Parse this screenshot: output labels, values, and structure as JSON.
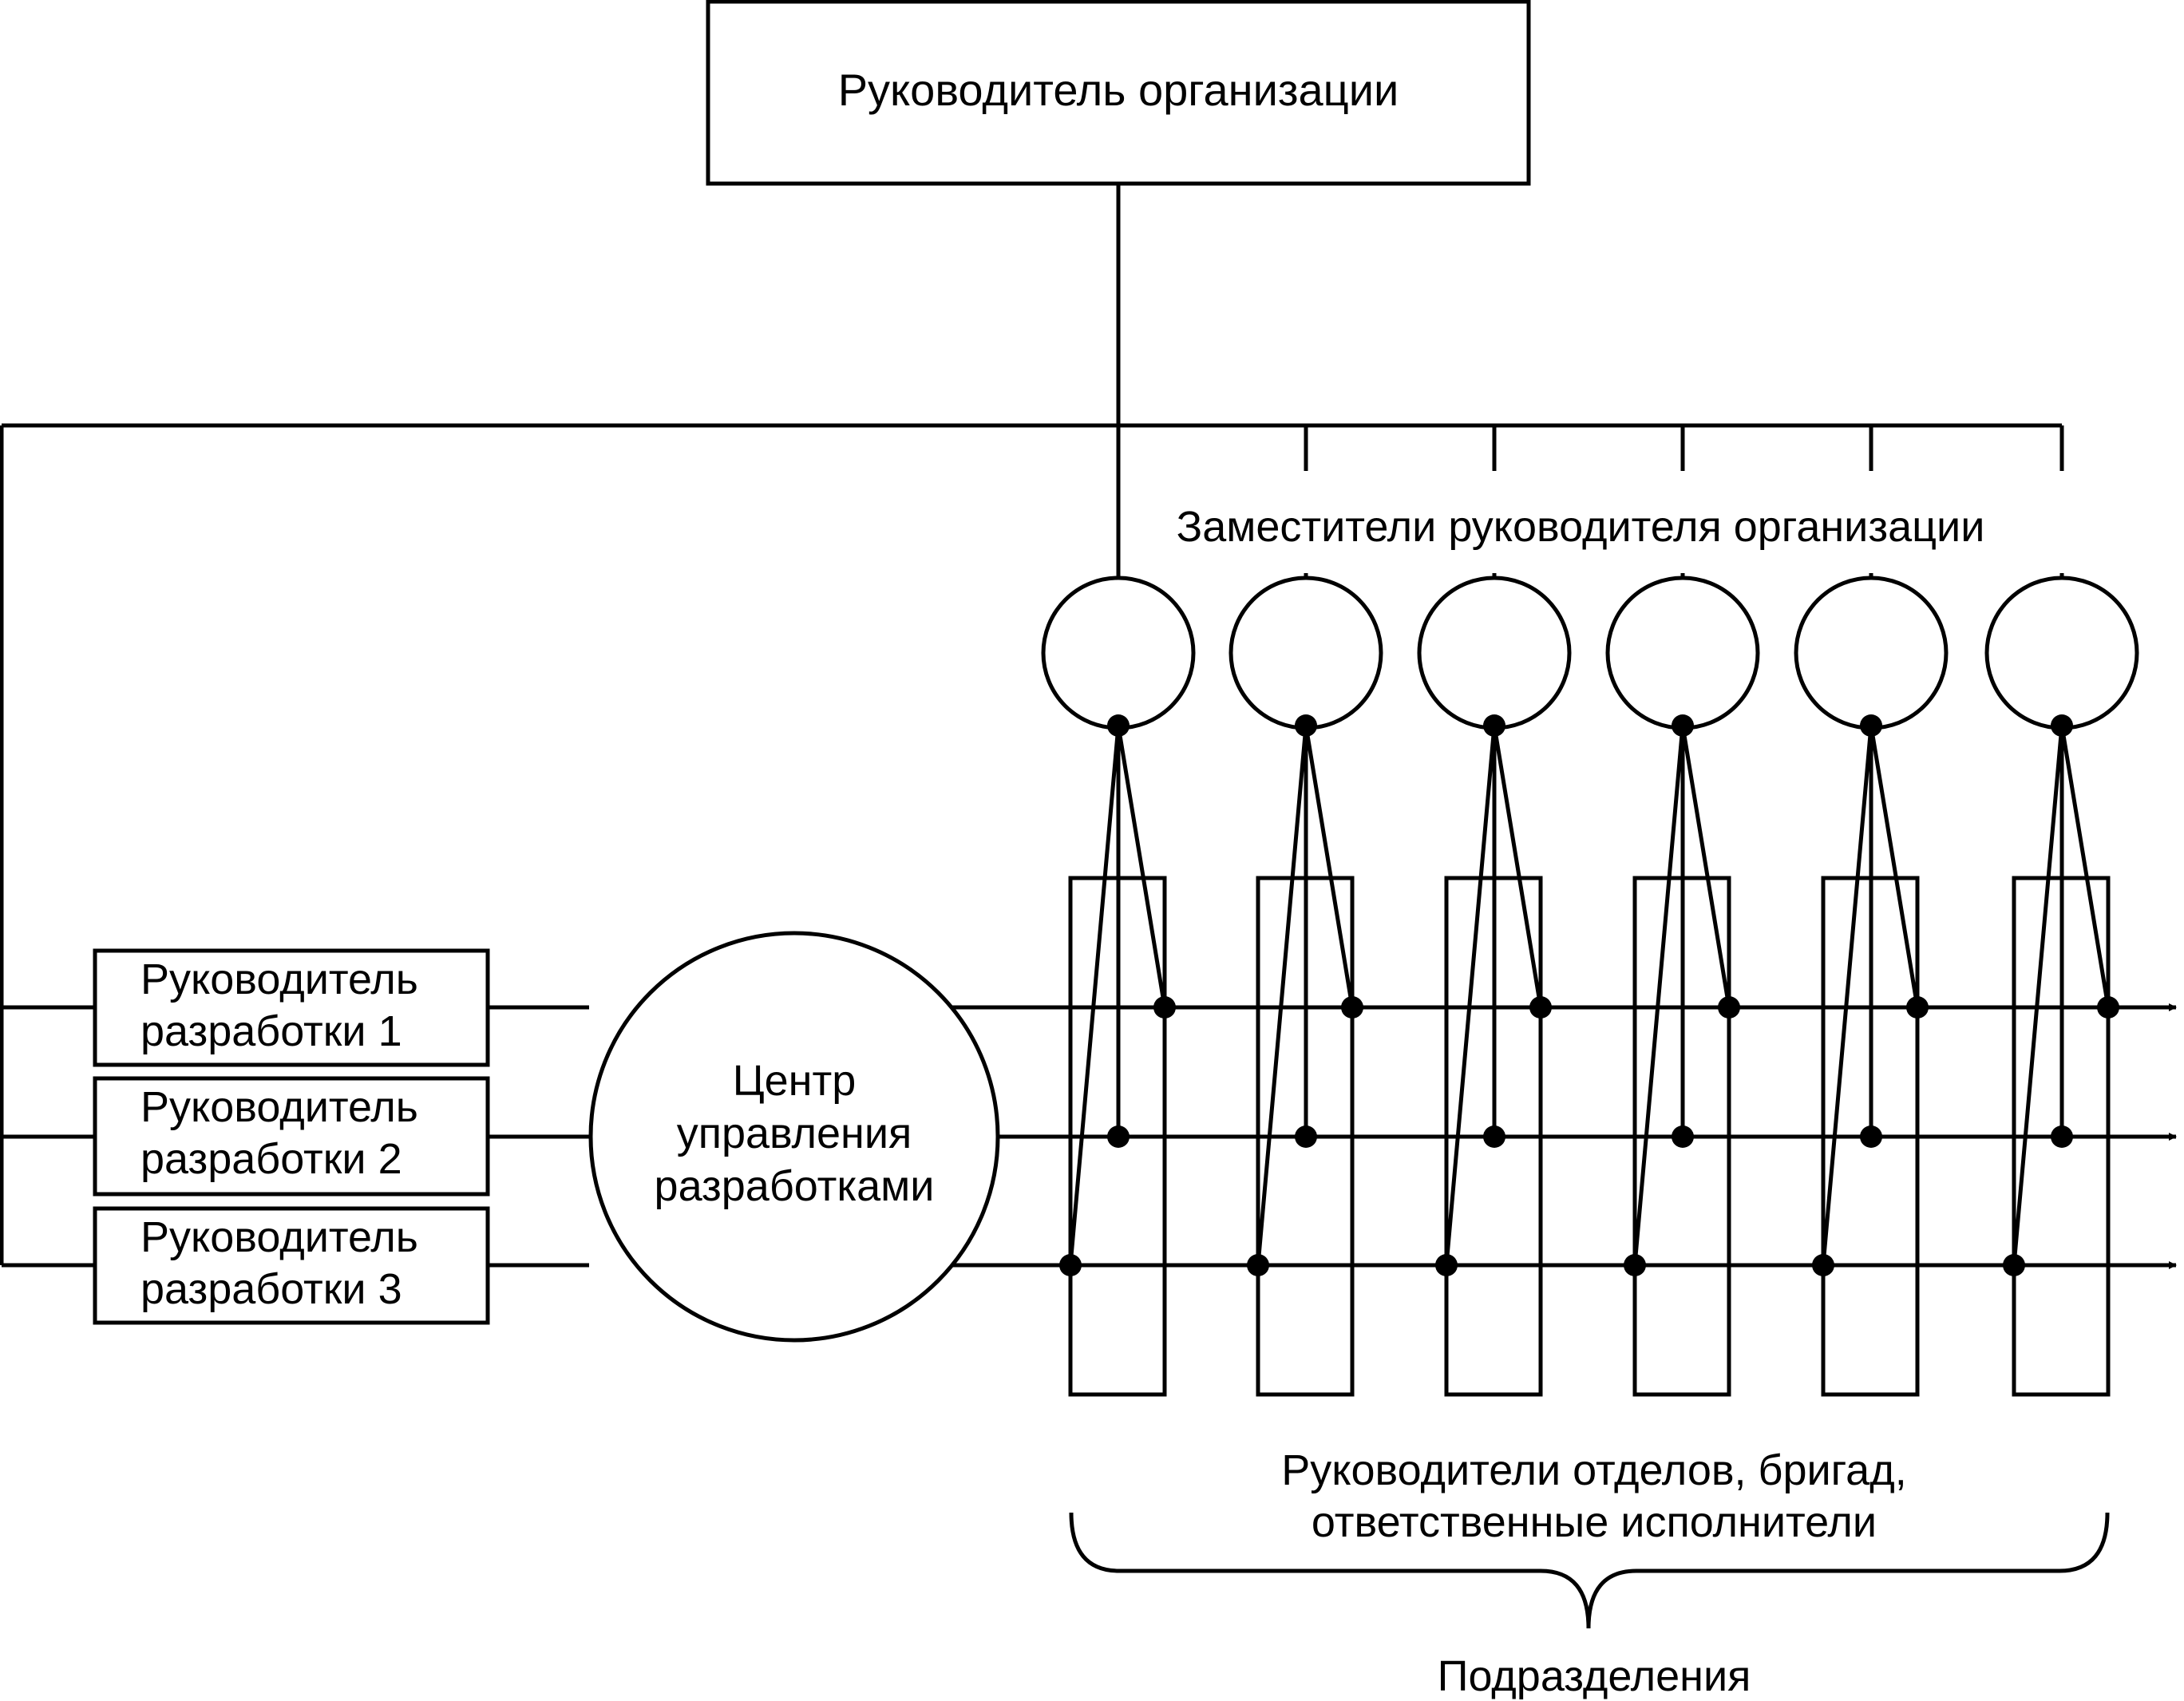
{
  "title_box": {
    "label": "Руководитель организации"
  },
  "deputies": {
    "label": "Заместители руководителя организации",
    "count": 6
  },
  "managers": [
    {
      "line1": "Руководитель",
      "line2": "разработки 1"
    },
    {
      "line1": "Руководитель",
      "line2": "разработки 2"
    },
    {
      "line1": "Руководитель",
      "line2": "разработки 3"
    }
  ],
  "center": {
    "line1": "Центр",
    "line2": "управления",
    "line3": "разработками"
  },
  "departments": {
    "count": 6,
    "label_line1": "Руководители отделов, бригад,",
    "label_line2": "ответственные исполнители"
  },
  "subdivisions": {
    "label": "Подразделения"
  }
}
